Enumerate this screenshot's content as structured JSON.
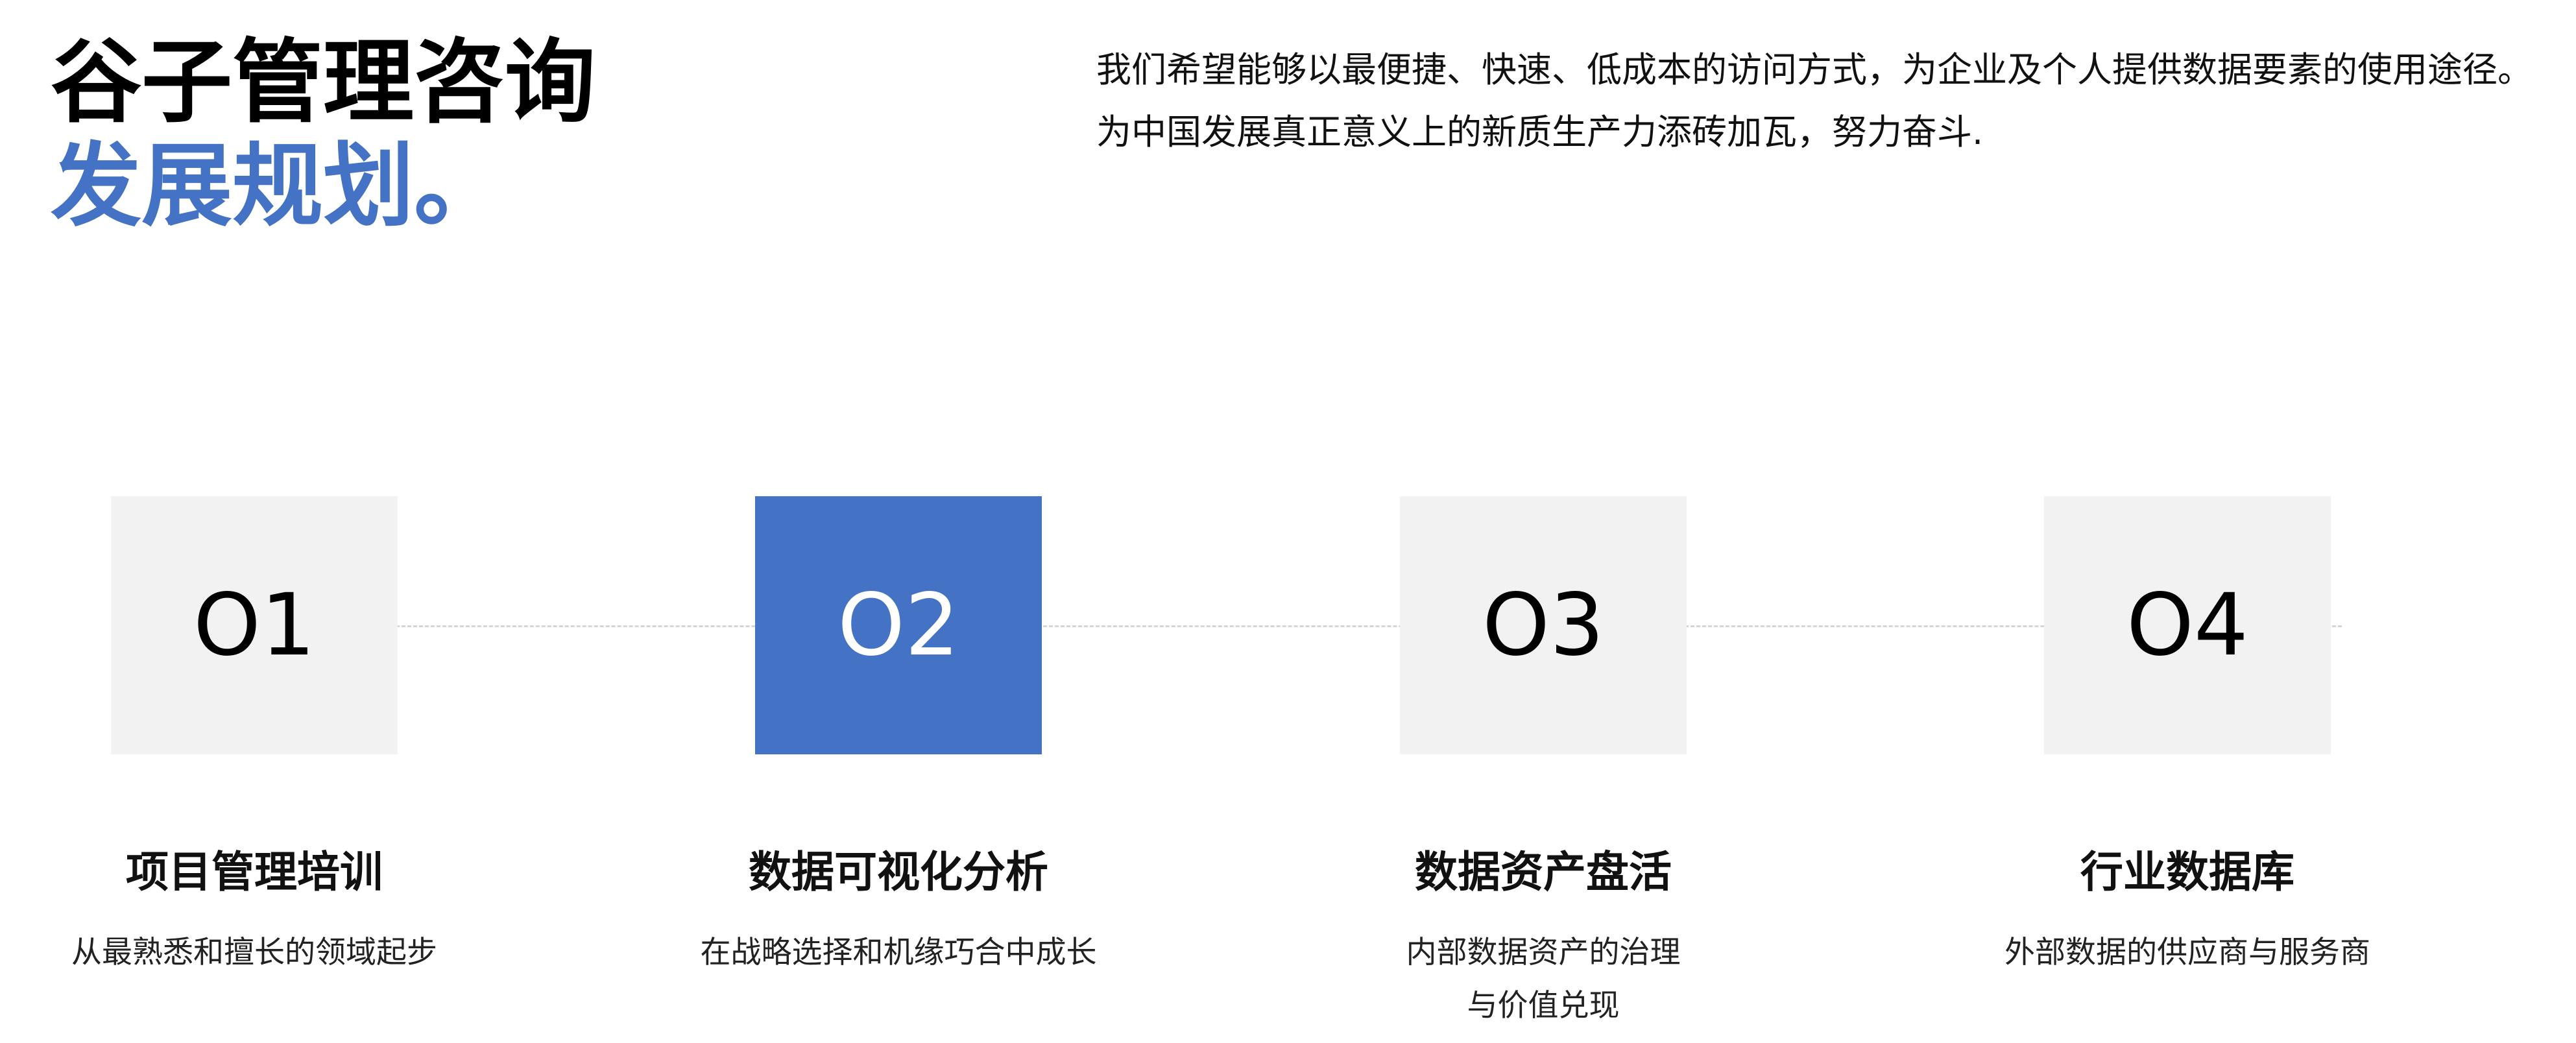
{
  "header": {
    "title_line1": "谷子管理咨询",
    "title_line2": "发展规划。"
  },
  "intro": {
    "line1": "我们希望能够以最便捷、快速、低成本的访问方式，为企业及个人提供数据要素的使用途径。",
    "line2": "为中国发展真正意义上的新质生产力添砖加瓦，努力奋斗."
  },
  "steps": [
    {
      "number": "O1",
      "label": "项目管理培训",
      "desc_line1": "从最熟悉和擅长的领域起步",
      "desc_line2": ""
    },
    {
      "number": "O2",
      "label": "数据可视化分析",
      "desc_line1": "在战略选择和机缘巧合中成长",
      "desc_line2": ""
    },
    {
      "number": "O3",
      "label": "数据资产盘活",
      "desc_line1": "内部数据资产的治理",
      "desc_line2": "与价值兑现"
    },
    {
      "number": "O4",
      "label": "行业数据库",
      "desc_line1": "外部数据的供应商与服务商",
      "desc_line2": ""
    }
  ],
  "colors": {
    "accent": "#4472C4",
    "box_background": "#F2F2F2",
    "title": "#000000"
  }
}
